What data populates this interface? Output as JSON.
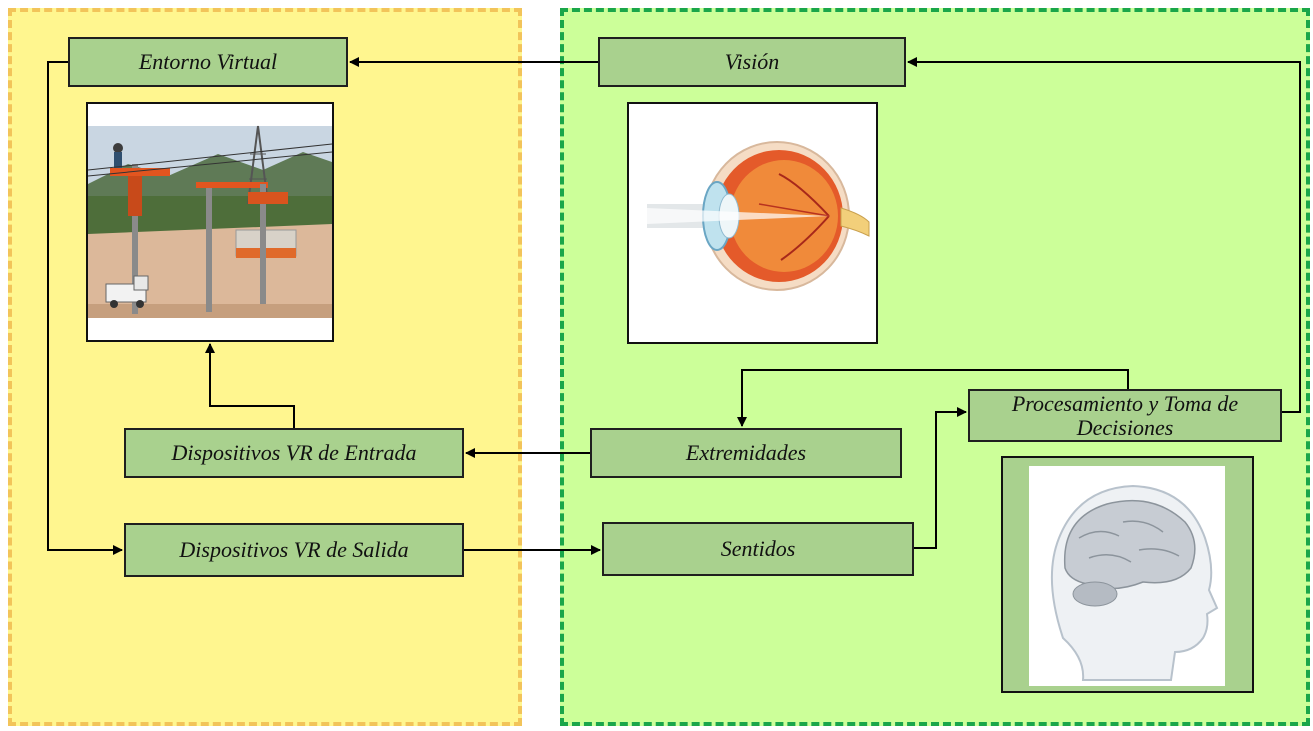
{
  "nodes": {
    "entorno_virtual": "Entorno Virtual",
    "vision": "Visión",
    "dispositivos_entrada": "Dispositivos VR de Entrada",
    "extremidades": "Extremidades",
    "procesamiento": "Procesamiento y Toma de Decisiones",
    "dispositivos_salida": "Dispositivos VR de Salida",
    "sentidos": "Sentidos"
  },
  "images": {
    "virtual_environment": "electrical-substation-photo",
    "eye": "eye-anatomy-illustration",
    "brain": "human-head-brain-illustration"
  },
  "colors": {
    "left_panel_fill": "#fff68f",
    "left_panel_border": "#f2c45a",
    "right_panel_fill": "#ccff99",
    "right_panel_border": "#1aa64a",
    "box_fill": "#a9d18e"
  }
}
